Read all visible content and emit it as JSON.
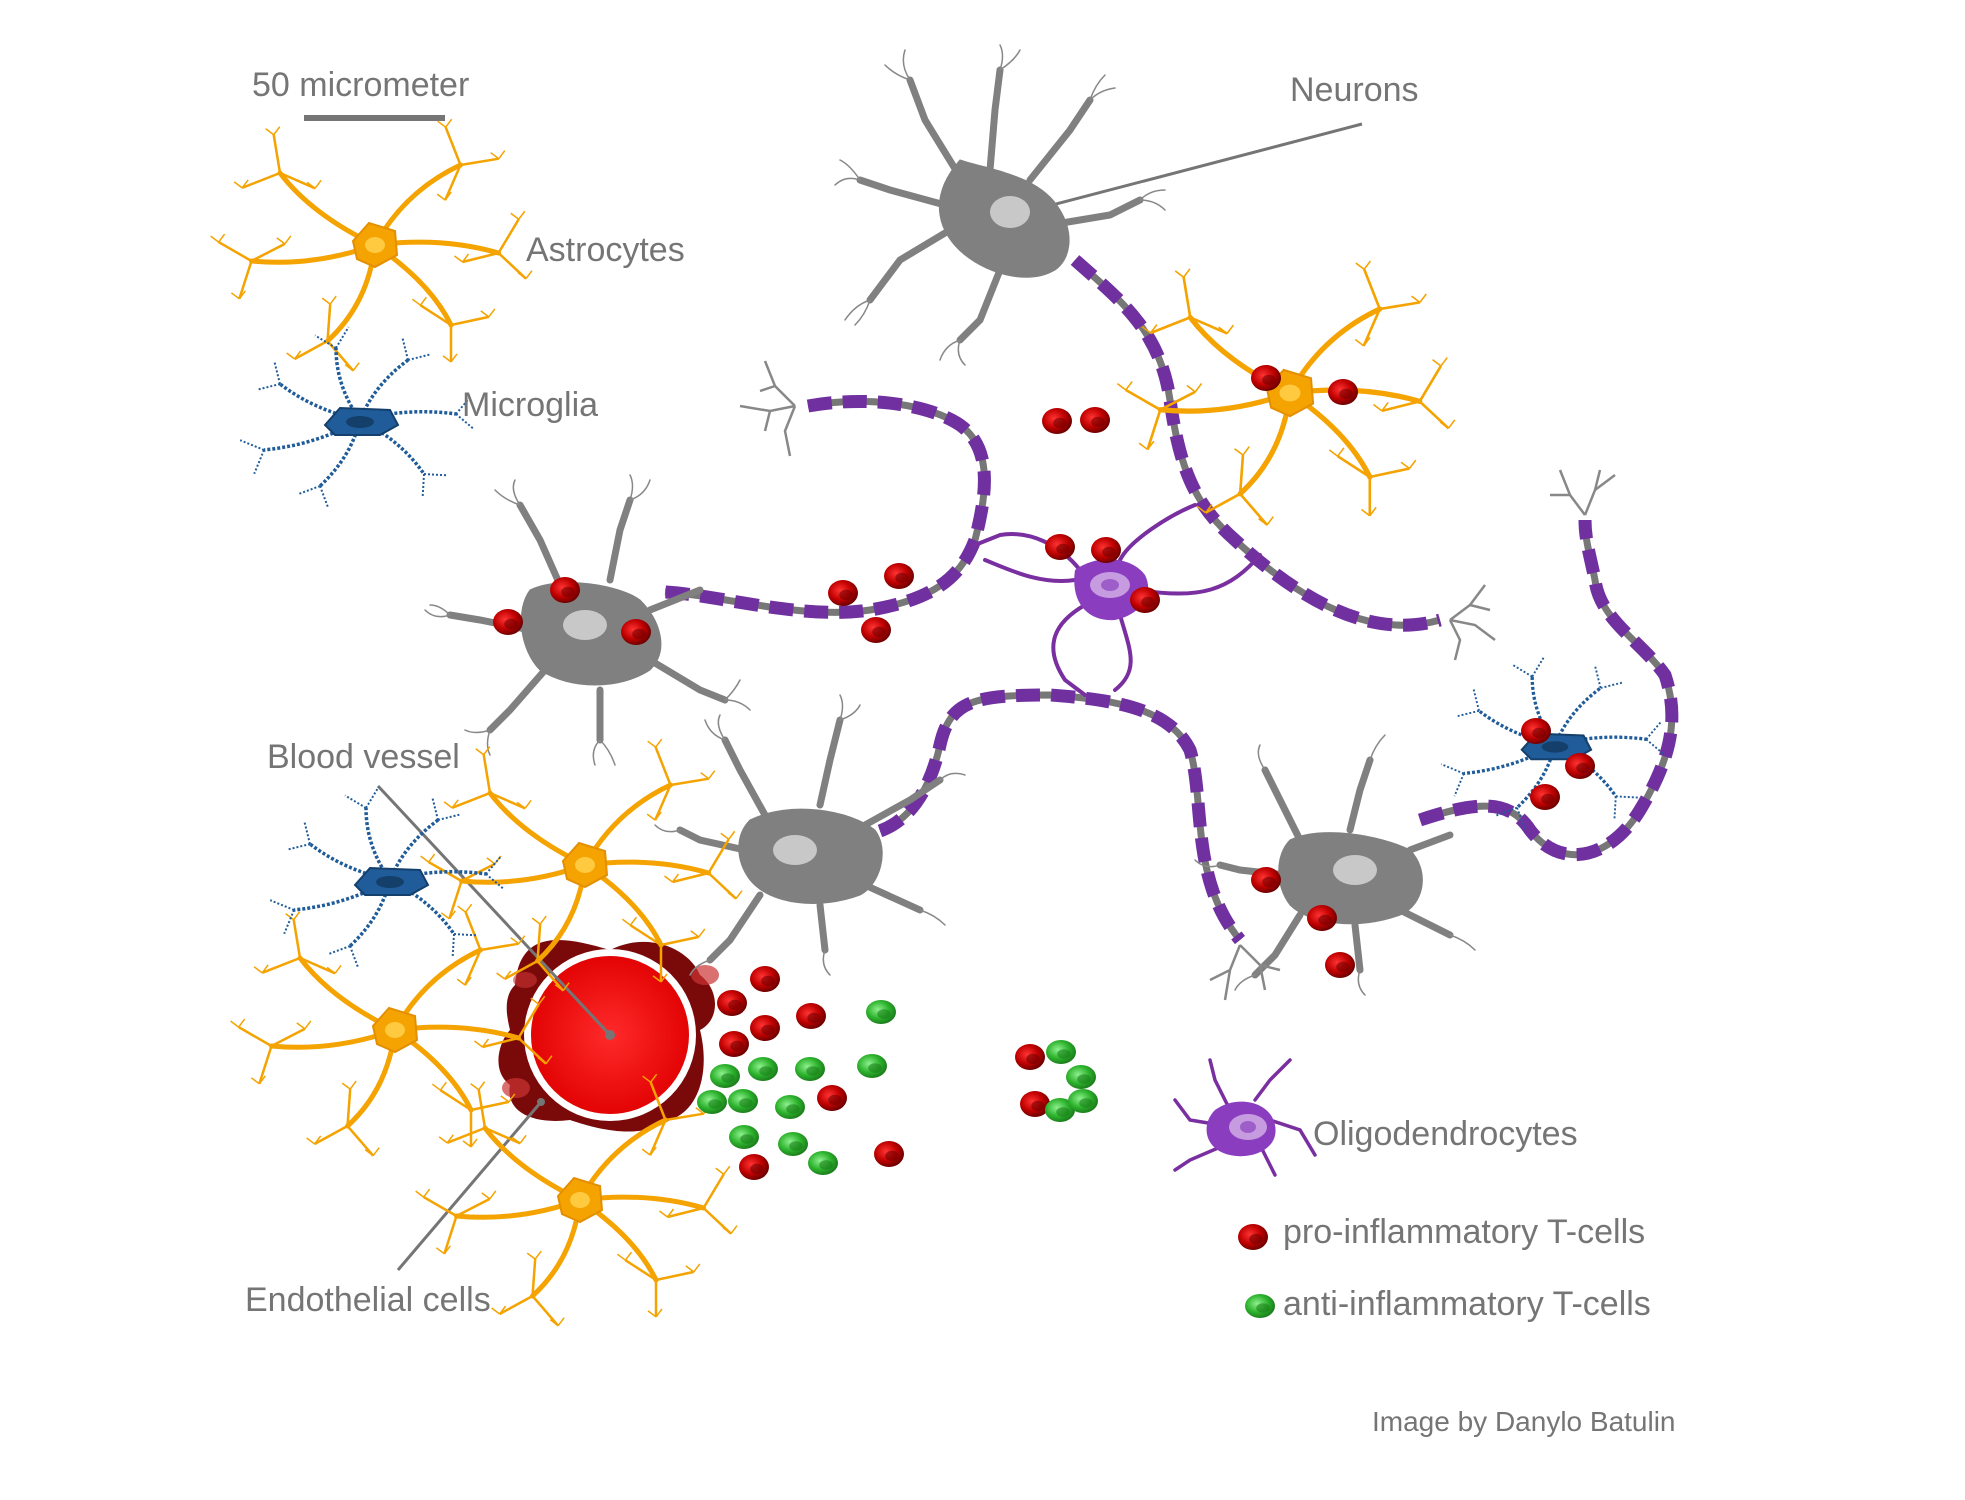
{
  "scale_bar": {
    "label": "50 micrometer"
  },
  "labels": {
    "neurons": "Neurons",
    "astrocytes": "Astrocytes",
    "microglia": "Microglia",
    "blood_vessel": "Blood vessel",
    "endothelial_cells": "Endothelial cells"
  },
  "legend": {
    "oligodendrocytes": "Oligodendrocytes",
    "pro_inflammatory": "pro-inflammatory T-cells",
    "anti_inflammatory": "anti-inflammatory T-cells"
  },
  "credit": "Image by Danylo Batulin",
  "colors": {
    "label_gray": "#757575",
    "neuron_gray": "#808080",
    "astrocyte_orange": "#F4A300",
    "microglia_blue": "#1F5C99",
    "oligodendrocyte_purple": "#7A2FA0",
    "myelin_purple": "#7030A0",
    "pro_t_cell_red": "#C00000",
    "anti_t_cell_green": "#2DB32D",
    "blood_red": "#FF1A1A",
    "endothelial_dark": "#7A0A0A"
  },
  "icons": [
    "neuron-icon",
    "astrocyte-icon",
    "microglia-icon",
    "oligodendrocyte-icon",
    "t-cell-icon",
    "blood-vessel-icon"
  ]
}
